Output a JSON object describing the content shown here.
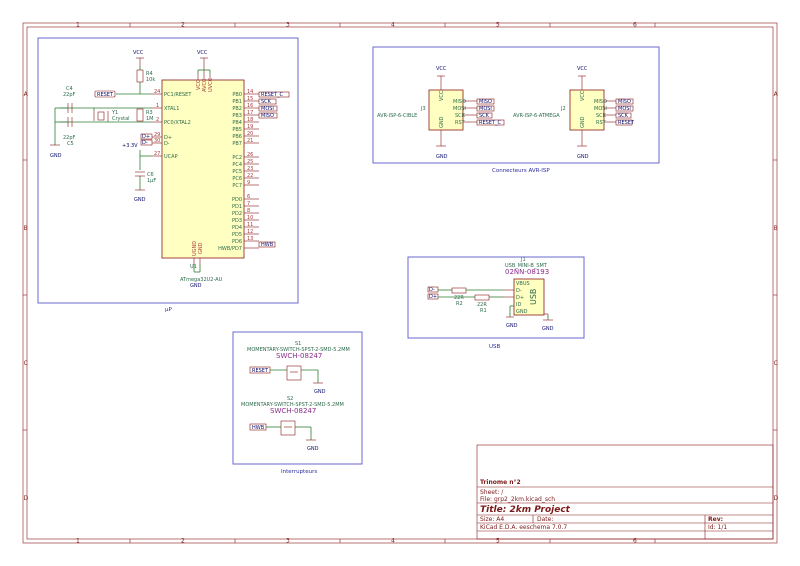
{
  "frame": {
    "cols_top": [
      "1",
      "2",
      "3",
      "4",
      "5",
      "6"
    ],
    "cols_bottom": [
      "1",
      "2",
      "3",
      "4",
      "5",
      "6"
    ],
    "rows_left": [
      "A",
      "B",
      "C",
      "D"
    ],
    "rows_right": [
      "A",
      "B",
      "C",
      "D"
    ]
  },
  "groups": {
    "up": "µP",
    "avr": "Connecteurs AVR-ISP",
    "usb": "USB",
    "switches": "Interrupteurs"
  },
  "mcu": {
    "ref": "U1",
    "value": "ATmega32U2-AU",
    "pins_left": [
      {
        "num": "24",
        "name": "PC1/RESET"
      },
      {
        "num": "1",
        "name": "XTAL1"
      },
      {
        "num": "2",
        "name": "PC0/XTAL2"
      },
      {
        "num": "29",
        "name": "D+"
      },
      {
        "num": "30",
        "name": "D-"
      },
      {
        "num": "27",
        "name": "UCAP"
      }
    ],
    "pins_right": [
      {
        "num": "14",
        "name": "PB0"
      },
      {
        "num": "15",
        "name": "PB1"
      },
      {
        "num": "16",
        "name": "PB2"
      },
      {
        "num": "17",
        "name": "PB3"
      },
      {
        "num": "18",
        "name": "PB4"
      },
      {
        "num": "19",
        "name": "PB5"
      },
      {
        "num": "20",
        "name": "PB6"
      },
      {
        "num": "21",
        "name": "PB7"
      },
      {
        "num": "26",
        "name": "PC2"
      },
      {
        "num": "25",
        "name": "PC4"
      },
      {
        "num": "23",
        "name": "PC5"
      },
      {
        "num": "22",
        "name": "PC6"
      },
      {
        "num": "9",
        "name": "PC7"
      },
      {
        "num": "6",
        "name": "PD0"
      },
      {
        "num": "7",
        "name": "PD1"
      },
      {
        "num": "8",
        "name": "PD2"
      },
      {
        "num": "10",
        "name": "PD3"
      },
      {
        "num": "11",
        "name": "PD4"
      },
      {
        "num": "12",
        "name": "PD5"
      },
      {
        "num": "13",
        "name": "PD6"
      },
      {
        "num": "",
        "name": "HWB/PD7"
      }
    ],
    "top_pins": [
      "VCC",
      "AVCC",
      "UVCC"
    ],
    "bottom_pins": [
      "UGND",
      "GND"
    ]
  },
  "components": {
    "r4": {
      "ref": "R4",
      "value": "10k"
    },
    "r3": {
      "ref": "R3",
      "value": "1M"
    },
    "y1": {
      "ref": "Y1",
      "value": "Crystal"
    },
    "c4": {
      "ref": "C4",
      "value": "22pF"
    },
    "c5": {
      "ref": "C5",
      "value": "22pF"
    },
    "c6": {
      "ref": "C6",
      "value": "1µF"
    },
    "j3": {
      "ref": "J3",
      "value": "AVR-ISP-6-CIBLE"
    },
    "j2": {
      "ref": "J2",
      "value": "AVR-ISP-6-ATMEGA"
    },
    "j1": {
      "ref": "J1",
      "value": "USB_MINI-B_SMT",
      "part": "02NN-08193"
    },
    "r2": {
      "ref": "R2",
      "value": "22R"
    },
    "r1": {
      "ref": "R1",
      "value": "22R"
    },
    "s1": {
      "ref": "S1",
      "value": "MOMENTARY-SWITCH-SPST-2-SMD-5.2MM",
      "part": "SWCH-08247"
    },
    "s2": {
      "ref": "S2",
      "value": "MOMENTARY-SWITCH-SPST-2-SMD-5.2MM",
      "part": "SWCH-08247"
    }
  },
  "nets": {
    "vcc": "VCC",
    "gnd": "GND",
    "v33": "+3.3V",
    "reset": "RESET",
    "reset_c": "RESET_C",
    "sck": "SCK",
    "mosi": "MOSI",
    "miso": "MISO",
    "hwb": "HWB",
    "dplus": "D+",
    "dminus": "D-"
  },
  "isp_pins": [
    "MISO",
    "MOSI",
    "SCK",
    "RST",
    "VCC",
    "GND"
  ],
  "usb_pins": [
    "VBUS",
    "D-",
    "D+",
    "ID",
    "GND"
  ],
  "usb_body": "USB",
  "titleblock": {
    "project_name": "Trinome n°2",
    "sheet_label": "Sheet: /",
    "file_label": "File: grp2_2km.kicad_sch",
    "title": "Title: 2km Project",
    "size_label": "Size: A4",
    "date_label": "Date:",
    "rev_label": "Rev:",
    "tool_label": "KiCad E.D.A.  eeschema 7.0.7",
    "id_label": "Id: 1/1"
  }
}
